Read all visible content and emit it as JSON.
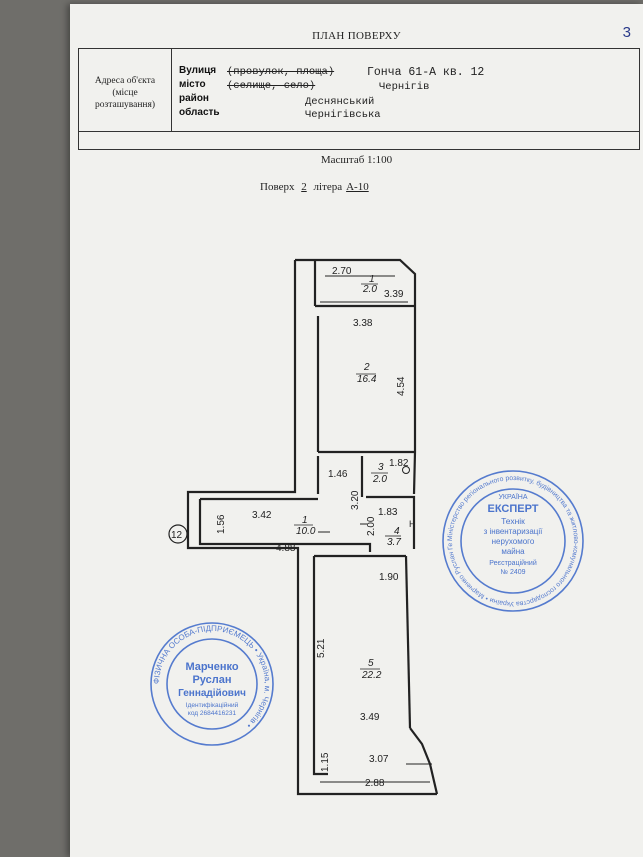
{
  "document": {
    "title": "ПЛАН ПОВЕРХУ",
    "page_number": "3",
    "address_label": [
      "Адреса об'єкта",
      "(місце",
      "розташування)"
    ],
    "rows": [
      {
        "label": "Вулиця",
        "label_struck": "(провулок, площа)",
        "value": "Гонча 61-А  кв. 12"
      },
      {
        "label": "місто",
        "label_struck": "(селище, село)",
        "value": "Чернігів"
      },
      {
        "label": "район",
        "label_struck": "",
        "value": "Деснянський"
      },
      {
        "label": "область",
        "label_struck": "",
        "value": "Чернігівська"
      }
    ],
    "scale": "Масштаб 1:100",
    "floor_prefix": "Поверх",
    "floor_value": "2",
    "litera_prefix": "літера",
    "litera_value": "А-10"
  },
  "plan": {
    "rooms": [
      {
        "number": "1",
        "area": "2.0"
      },
      {
        "number": "2",
        "area": "16.4"
      },
      {
        "number": "3",
        "area": "2.0"
      },
      {
        "number": "1",
        "area": "10.0"
      },
      {
        "number": "4",
        "area": "3.7"
      },
      {
        "number": "5",
        "area": "22.2"
      }
    ],
    "dimensions": [
      "2.70",
      "3.39",
      "3.38",
      "4.54",
      "1.46",
      "1.82",
      "3.20",
      "3.42",
      "1.56",
      "4.88",
      "1.83",
      "2.00",
      "1.90",
      "5.21",
      "3.49",
      "3.07",
      "1.15",
      "2.88"
    ],
    "marker": "12",
    "fixture_oven": "⊙",
    "fixture_h": "Н"
  },
  "stamp_left": {
    "ring_text": "ФІЗИЧНА ОСОБА-ПІДПРИЄМЕЦЬ • Україна, м. Чернігів •",
    "lines": [
      "Марченко",
      "Руслан",
      "Геннадійович"
    ],
    "small_lines": [
      "Ідентифікаційний",
      "код 2684416231"
    ],
    "color": "#3a67c9"
  },
  "stamp_right": {
    "ring_text": "Міністерство регіонального розвитку, будівництва та житлово-комунального господарства України • Марченко Руслан Геннадійович •",
    "lines": [
      "УКРАЇНА",
      "ЕКСПЕРТ",
      "Технік",
      "з інвентаризації",
      "нерухомого",
      "майна",
      "Реєстраційний",
      "№ 2409"
    ],
    "color": "#3a67c9"
  }
}
